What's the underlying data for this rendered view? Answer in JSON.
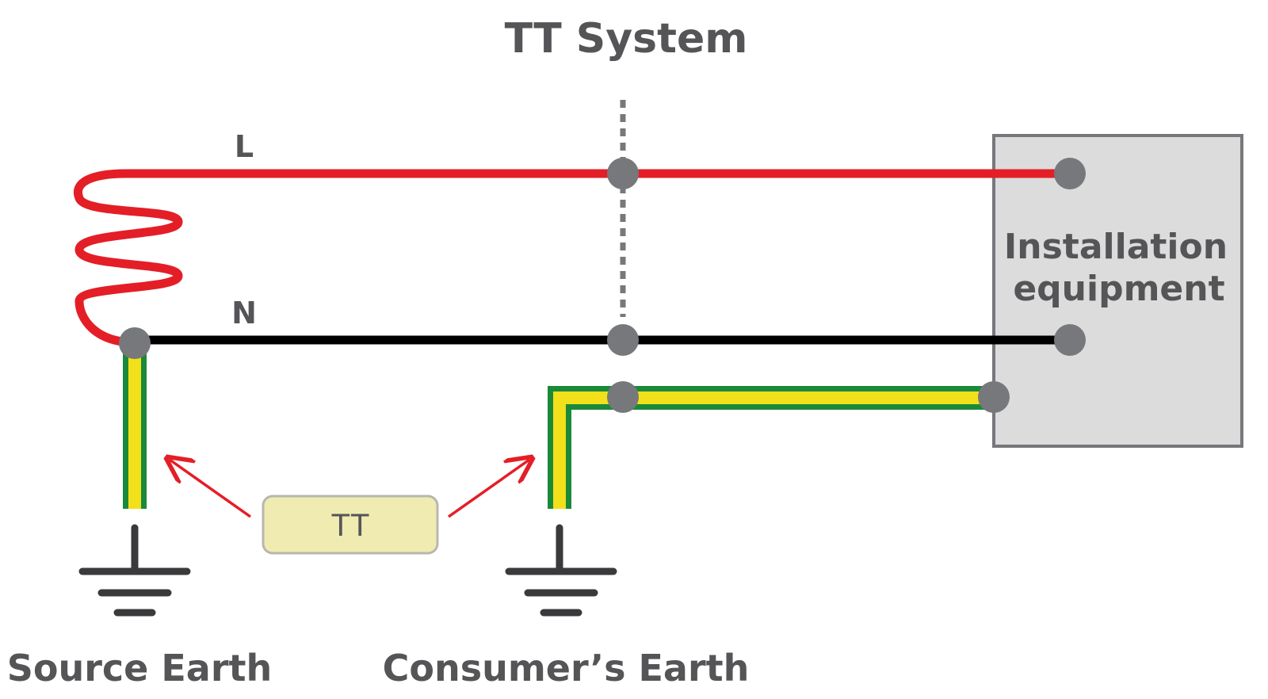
{
  "title": "TT System",
  "labels": {
    "live": "L",
    "neutral": "N",
    "installation_line1": "Installation",
    "installation_line2": "equipment",
    "tt_badge": "TT",
    "source_earth": "Source Earth",
    "consumer_earth": "Consumer’s Earth"
  },
  "colors": {
    "live": "#e41e26",
    "neutral": "#000000",
    "earth_stripe_green": "#1a8a3a",
    "earth_stripe_yellow": "#f2e01a",
    "terminal": "#77787b",
    "text": "#555558",
    "installation_fill": "#dcdcdd",
    "installation_border": "#77787b",
    "badge_fill": "#f0ebb0",
    "badge_border": "#b7b7b0",
    "arrow": "#e41e26"
  }
}
